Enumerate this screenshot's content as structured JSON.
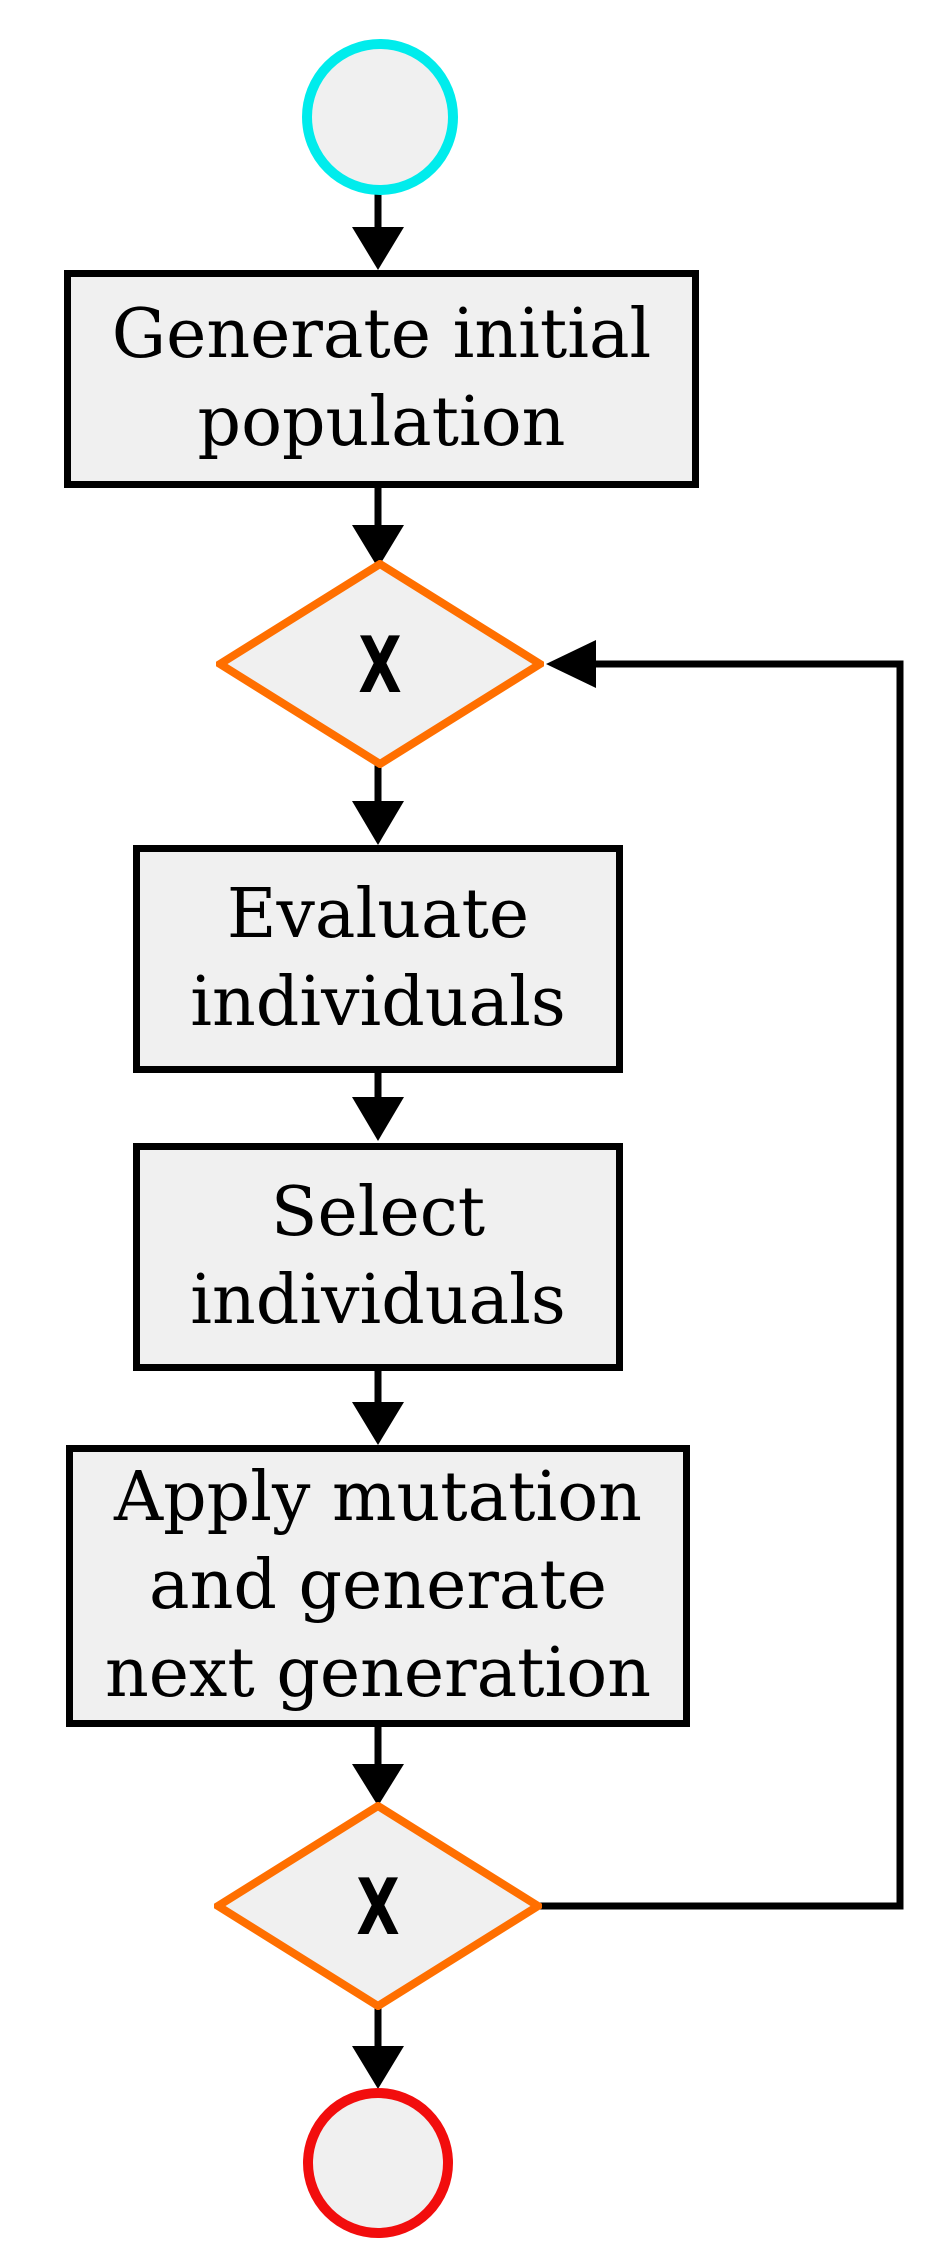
{
  "diagram": {
    "type": "flowchart",
    "nodes": {
      "start": {
        "shape": "circle",
        "label": ""
      },
      "generate": {
        "shape": "rectangle",
        "label": "Generate initial population",
        "lines": [
          "Generate initial",
          "population"
        ]
      },
      "gateway1": {
        "shape": "diamond",
        "marker": "X"
      },
      "evaluate": {
        "shape": "rectangle",
        "label": "Evaluate individuals",
        "lines": [
          "Evaluate",
          "individuals"
        ]
      },
      "select": {
        "shape": "rectangle",
        "label": "Select individuals",
        "lines": [
          "Select",
          "individuals"
        ]
      },
      "apply": {
        "shape": "rectangle",
        "label": "Apply mutation and generate next generation",
        "lines": [
          "Apply mutation",
          "and generate",
          "next generation"
        ]
      },
      "gateway2": {
        "shape": "diamond",
        "marker": "X"
      },
      "end": {
        "shape": "circle",
        "label": ""
      }
    },
    "edges": [
      {
        "from": "start",
        "to": "generate",
        "kind": "arrow"
      },
      {
        "from": "generate",
        "to": "gateway1",
        "kind": "arrow"
      },
      {
        "from": "gateway1",
        "to": "evaluate",
        "kind": "arrow"
      },
      {
        "from": "evaluate",
        "to": "select",
        "kind": "arrow"
      },
      {
        "from": "select",
        "to": "apply",
        "kind": "arrow"
      },
      {
        "from": "apply",
        "to": "gateway2",
        "kind": "arrow"
      },
      {
        "from": "gateway2",
        "to": "end",
        "kind": "arrow"
      },
      {
        "from": "gateway2",
        "to": "gateway1",
        "kind": "loop-back-arrow"
      }
    ],
    "colors": {
      "start-border": "#00ECEC",
      "gateway-border": "#FF6F00",
      "end-border": "#F20D0D",
      "node-fill": "#F0F0F0",
      "edge": "#000000",
      "text": "#000000",
      "background": "#FFFFFF"
    }
  }
}
